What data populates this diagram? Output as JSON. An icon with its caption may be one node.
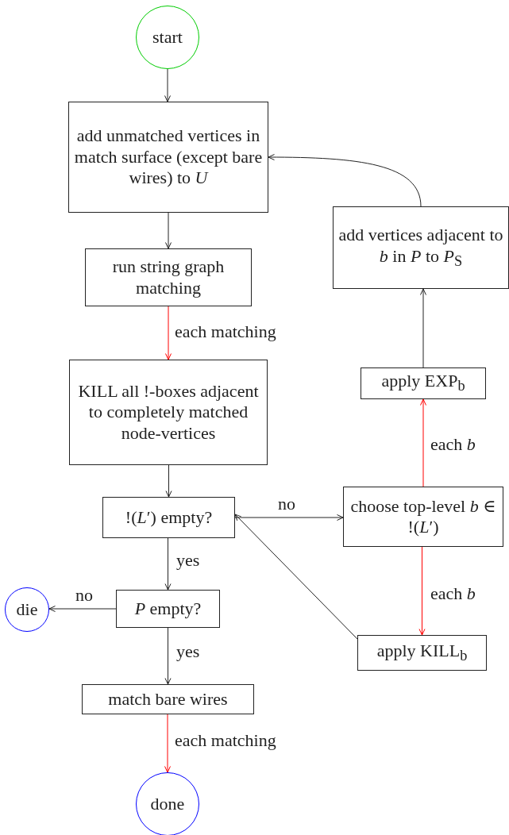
{
  "diagram": {
    "nodes": [
      {
        "text": [
          "start"
        ]
      },
      {
        "text": [
          "add unmatched vertices in match surface (except bare wires) to *U*"
        ]
      },
      {
        "text": [
          "run string graph matching"
        ]
      },
      {
        "text": [
          "KILL all !-boxes adjacent to completely matched node-vertices"
        ]
      },
      {
        "text": [
          "!(*L*′) empty?"
        ]
      },
      {
        "text": [
          "*P* empty?"
        ]
      },
      {
        "text": [
          "die"
        ]
      },
      {
        "text": [
          "match bare wires"
        ]
      },
      {
        "text": [
          "done"
        ]
      },
      {
        "text": [
          "add vertices adjacent to *b* in *P* to *P*$_{S}$"
        ]
      },
      {
        "text": [
          "apply EXP$_{b}$"
        ]
      },
      {
        "text": [
          "choose top-level *b* ∈ !(*L*′)"
        ]
      },
      {
        "text": [
          "apply KILL$_{b}$"
        ]
      }
    ],
    "edges": [
      {
        "from": 0,
        "to": 1,
        "arrow": "to"
      },
      {
        "from": 1,
        "to": 2,
        "arrow": "to"
      },
      {
        "from": 2,
        "to": 3,
        "arrow": "to",
        "label": "each matching",
        "color": "#ff0000"
      },
      {
        "from": 3,
        "to": 4,
        "arrow": "to"
      },
      {
        "from": 4,
        "to": 11,
        "arrow": "to",
        "label": "no"
      },
      {
        "from": 4,
        "to": 5,
        "arrow": "to",
        "label": "yes"
      },
      {
        "from": 5,
        "to": 6,
        "arrow": "to",
        "label": "no"
      },
      {
        "from": 5,
        "to": 7,
        "arrow": "to",
        "label": "yes"
      },
      {
        "from": 7,
        "to": 8,
        "arrow": "to",
        "label": "each matching",
        "color": "#ff0000"
      },
      {
        "from": 11,
        "to": 10,
        "arrow": "to",
        "label": "each *b*",
        "color": "#ff0000"
      },
      {
        "from": 10,
        "to": 9,
        "arrow": "to"
      },
      {
        "from": 9,
        "to": 1,
        "arrow": "to"
      },
      {
        "from": 11,
        "to": 12,
        "arrow": "to",
        "label": "each *b*",
        "color": "#ff0000"
      },
      {
        "from": 12,
        "to": 4,
        "arrow": "to"
      }
    ]
  }
}
